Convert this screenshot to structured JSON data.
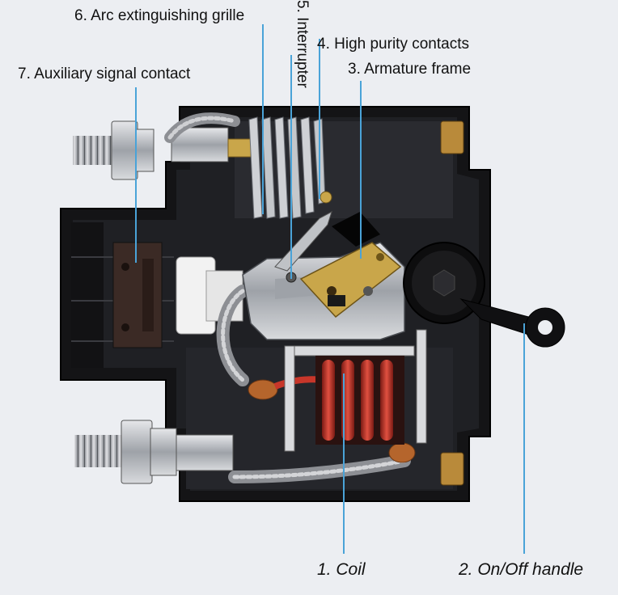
{
  "labels": {
    "coil": "1. Coil",
    "handle": "2. On/Off handle",
    "armature": "3. Armature frame",
    "contacts": "4. High purity contacts",
    "interrupter": "5. Interrupter",
    "grille": "6. Arc extinguishing grille",
    "auxiliary": "7. Auxiliary signal contact"
  },
  "colors": {
    "leader_line": "#4aa3d8",
    "housing": "#151517",
    "coil": "#c8362a",
    "brass": "#c9a64a",
    "steel": "#b9bcc2",
    "background": "#eceef2"
  }
}
